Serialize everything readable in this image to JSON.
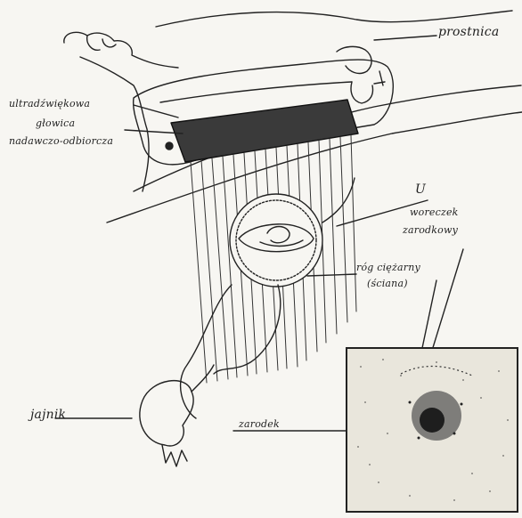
{
  "labels": {
    "prostnica": "prostnica",
    "head_line1": "ultradźwiękowa",
    "head_line2": "głowica",
    "head_line3": "nadawczo-odbiorcza",
    "uterus": "U",
    "sac_line1": "woreczek",
    "sac_line2": "zarodkowy",
    "horn_line1": "róg ciężarny",
    "horn_line2": "(ściana)",
    "ovary": "jajnik",
    "embryo": "zarodek"
  },
  "colors": {
    "ink": "#222222",
    "paper": "#f7f6f2",
    "inset_bg": "#ebe8de"
  }
}
